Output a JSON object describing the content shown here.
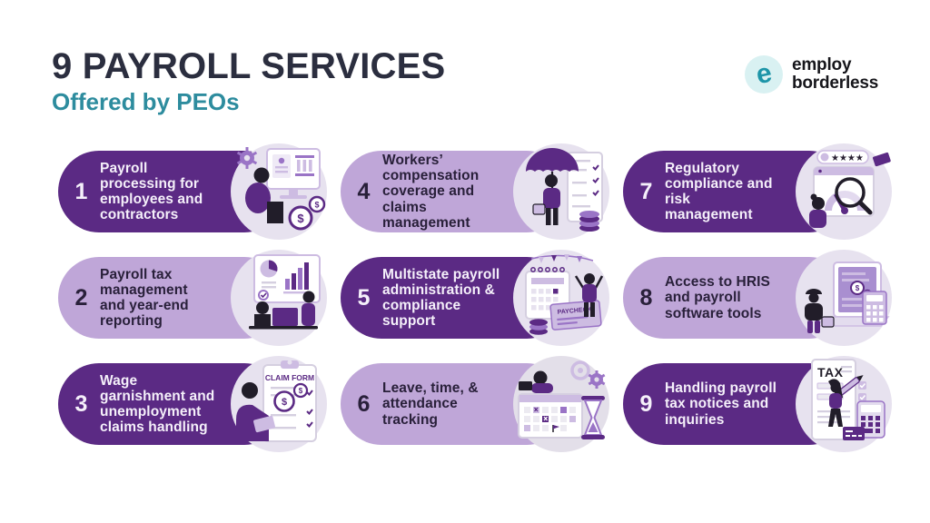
{
  "header": {
    "title": "9 PAYROLL SERVICES",
    "subtitle": "Offered by PEOs"
  },
  "logo": {
    "mark": "e",
    "line1": "employ",
    "line2": "borderless"
  },
  "glyphs": {
    "dollar": "$",
    "stars": "★★★★"
  },
  "palette": {
    "dark_purple": "#5b2a84",
    "light_purple": "#bfa6d8",
    "illustration_bg": "#e7e2ef",
    "title": "#2b2e3f",
    "teal": "#2d8c9e"
  },
  "cards": [
    {
      "number": "1",
      "text": "Payroll processing for employees and contractors",
      "theme": "dark",
      "illustration": "woman-at-computer-with-coins"
    },
    {
      "number": "2",
      "text": "Payroll tax management and year-end reporting",
      "theme": "light",
      "illustration": "team-reviewing-charts"
    },
    {
      "number": "3",
      "text": "Wage garnishment and unemployment claims handling",
      "theme": "dark",
      "illustration": "claim-form-clipboard",
      "label": "CLAIM FORM"
    },
    {
      "number": "4",
      "text": "Workers’ compensation coverage and claims management",
      "theme": "light",
      "illustration": "man-with-umbrella-and-checklist"
    },
    {
      "number": "5",
      "text": "Multistate payroll administration & compliance support",
      "theme": "dark",
      "illustration": "calendar-and-paycheck",
      "label": "PAYCHECK"
    },
    {
      "number": "6",
      "text": "Leave, time, & attendance tracking",
      "theme": "light",
      "illustration": "calendar-and-hourglass"
    },
    {
      "number": "7",
      "text": "Regulatory compliance and risk management",
      "theme": "dark",
      "illustration": "compliance-gauge-magnifier"
    },
    {
      "number": "8",
      "text": "Access to HRIS and payroll software tools",
      "theme": "light",
      "illustration": "laptop-and-calculator"
    },
    {
      "number": "9",
      "text": "Handling payroll tax notices and inquiries",
      "theme": "dark",
      "illustration": "tax-document-review",
      "label": "TAX"
    }
  ]
}
